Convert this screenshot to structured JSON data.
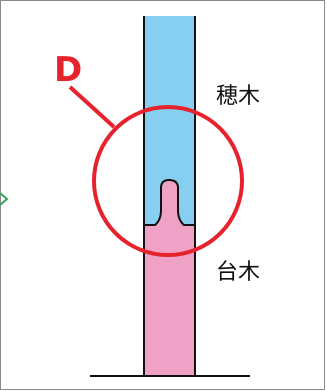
{
  "diagram": {
    "label_d": "D",
    "label_scion": "穂木",
    "label_rootstock": "台木"
  },
  "colors": {
    "scion": "#86cff0",
    "rootstock": "#f0a1c6",
    "circle": "#e6222c",
    "outline": "#111111",
    "frame": "#888888",
    "marker": "#3aa35a"
  }
}
